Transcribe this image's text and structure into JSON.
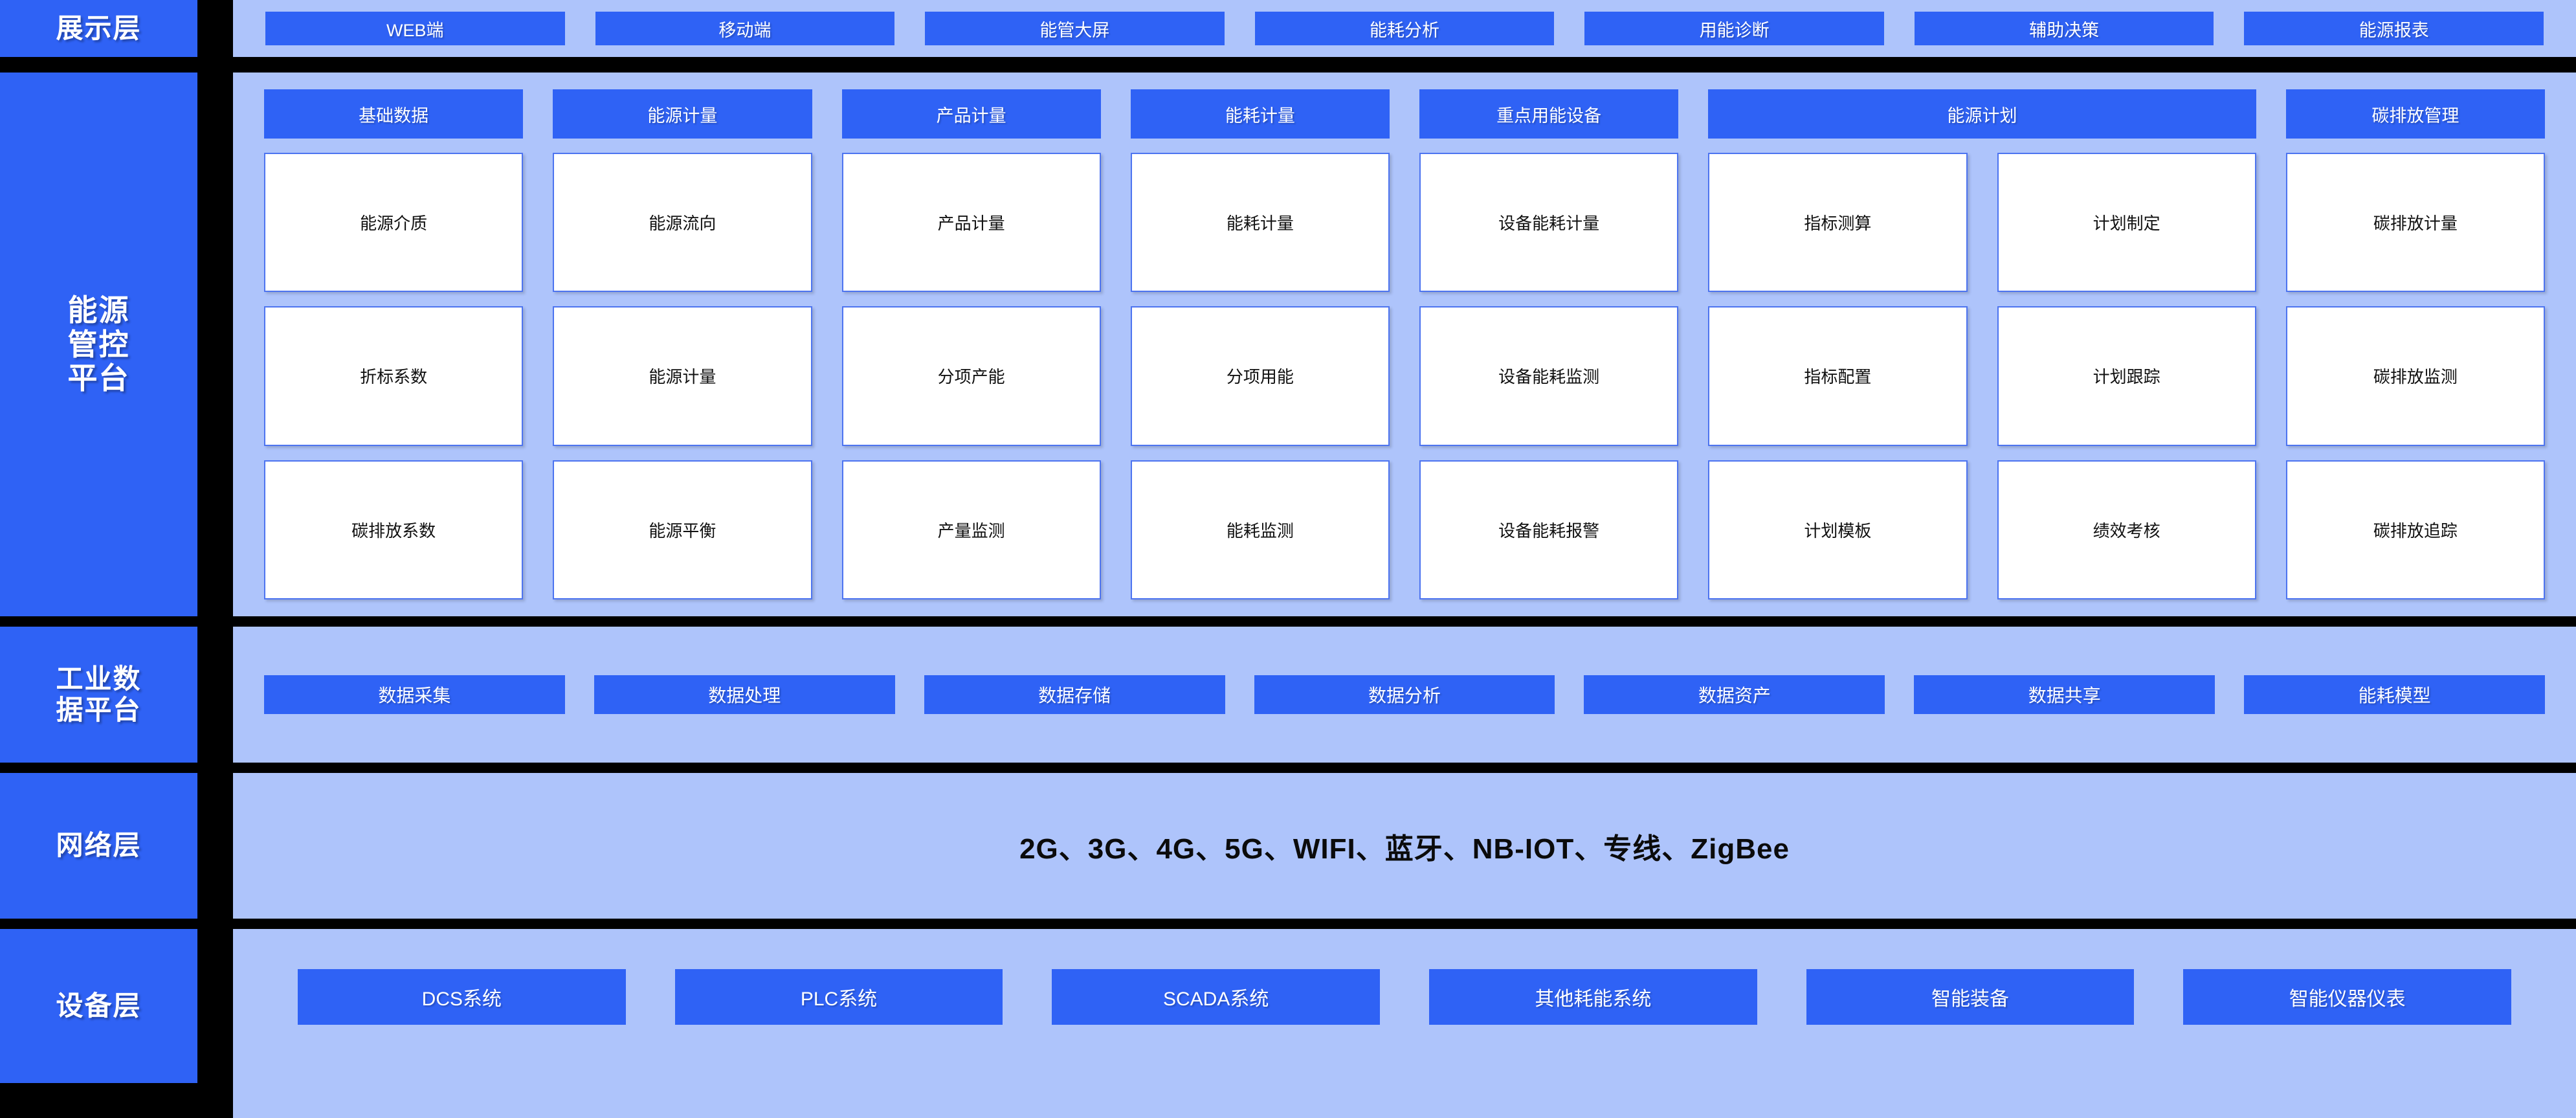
{
  "colors": {
    "accent_blue": "#2f62f5",
    "panel_blue": "#aec4fb",
    "background": "#000000",
    "white_box": "#ffffff",
    "white_box_border": "#4d74f0"
  },
  "layers": {
    "display": {
      "label": "展示层",
      "items": [
        "WEB端",
        "移动端",
        "能管大屏",
        "能耗分析",
        "用能诊断",
        "辅助决策",
        "能源报表"
      ]
    },
    "platform": {
      "label": "能源\n管控\n平台",
      "label_lines": [
        "能源",
        "管控",
        "平台"
      ],
      "headers": [
        "基础数据",
        "能源计量",
        "产品计量",
        "能耗计量",
        "重点用能设备",
        "能源计划",
        "碳排放管理"
      ],
      "columns": [
        {
          "header": "基础数据",
          "items": [
            "能源介质",
            "折标系数",
            "碳排放系数"
          ]
        },
        {
          "header": "能源计量",
          "items": [
            "能源流向",
            "能源计量",
            "能源平衡"
          ]
        },
        {
          "header": "产品计量",
          "items": [
            "产品计量",
            "分项产能",
            "产量监测"
          ]
        },
        {
          "header": "能耗计量",
          "items": [
            "能耗计量",
            "分项用能",
            "能耗监测"
          ]
        },
        {
          "header": "重点用能设备",
          "items": [
            "设备能耗计量",
            "设备能耗监测",
            "设备能耗报警"
          ]
        },
        {
          "header": "能源计划",
          "items": [
            "指标测算",
            "指标配置",
            "计划模板"
          ]
        },
        {
          "header": "能源计划",
          "items": [
            "计划制定",
            "计划跟踪",
            "绩效考核"
          ]
        },
        {
          "header": "碳排放管理",
          "items": [
            "碳排放计量",
            "碳排放监测",
            "碳排放追踪"
          ]
        }
      ]
    },
    "data_platform": {
      "label": "工业数\n据平台",
      "label_lines": [
        "工业数",
        "据平台"
      ],
      "items": [
        "数据采集",
        "数据处理",
        "数据存储",
        "数据分析",
        "数据资产",
        "数据共享",
        "能耗模型"
      ]
    },
    "network": {
      "label": "网络层",
      "text": "2G、3G、4G、5G、WIFI、蓝牙、NB-IOT、专线、ZigBee"
    },
    "device": {
      "label": "设备层",
      "items": [
        "DCS系统",
        "PLC系统",
        "SCADA系统",
        "其他耗能系统",
        "智能装备",
        "智能仪器仪表"
      ]
    }
  }
}
